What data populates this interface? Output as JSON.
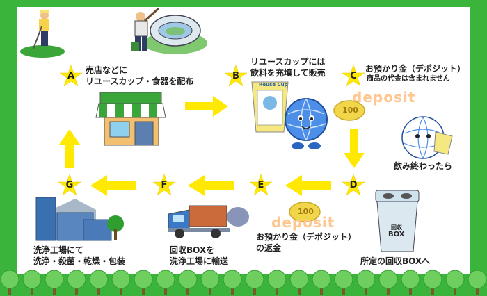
{
  "steps": {
    "a": {
      "letter": "A",
      "line1": "売店などに",
      "line2": "リユースカップ・食器を配布"
    },
    "b": {
      "letter": "B",
      "line1": "リユースカップには",
      "line2": "飲料を充填して販売"
    },
    "c": {
      "letter": "C",
      "line1": "お預かり金（デポジット）",
      "line2": "商品の代金は含まれません"
    },
    "d": {
      "letter": "D",
      "line1": "所定の回収BOXへ"
    },
    "e": {
      "letter": "E",
      "line1": "お預かり金（デポジット）",
      "line2": "の返金"
    },
    "f": {
      "letter": "F",
      "line1": "回収BOXを",
      "line2": "洗浄工場に輸送"
    },
    "g": {
      "letter": "G",
      "line1": "洗浄工場にて",
      "line2": "洗浄・殺菌・乾燥・包装"
    }
  },
  "after_drinking": "飲み終わったら",
  "deposit_word": "deposit",
  "coin_value": "100",
  "cup_brand": "Reuse Cup",
  "box_label_top": "回収",
  "box_label_bottom": "BOX",
  "colors": {
    "frame": "#3bb43b",
    "arrow": "#ffe900",
    "star": "#ffe900",
    "shop_awning": "#3aa63a",
    "globe": "#3a7ee0",
    "coin": "#f2d64a",
    "truck": "#3a78c8",
    "factory": "#3a6fb0",
    "tree": "#2e9e2e"
  }
}
